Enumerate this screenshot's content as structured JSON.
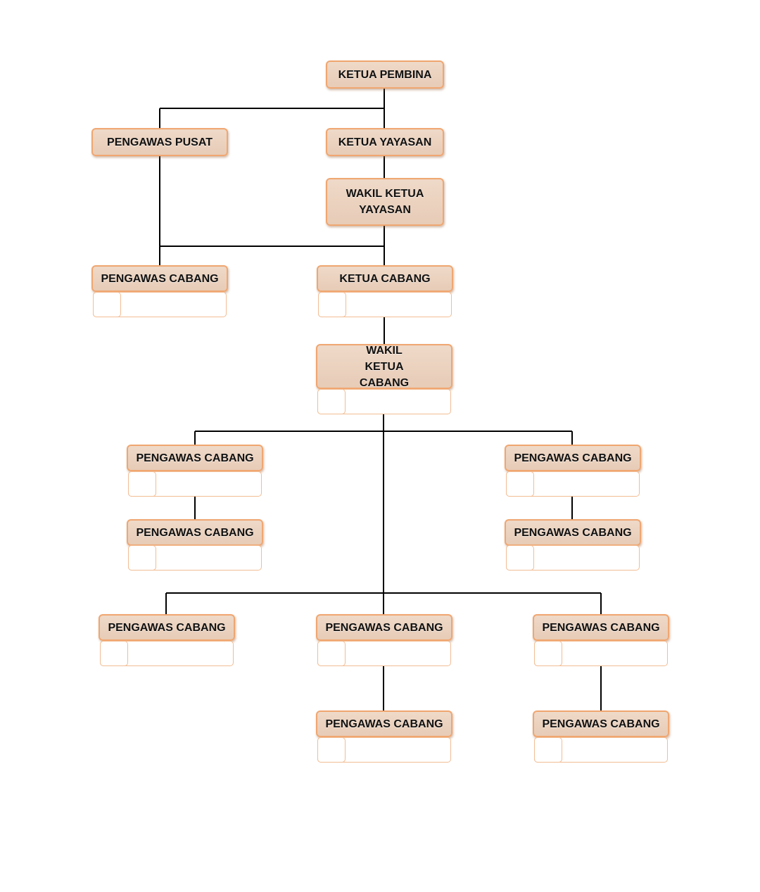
{
  "diagram": {
    "nodes": {
      "ketua_pembina": "KETUA PEMBINA",
      "pengawas_pusat": "PENGAWAS PUSAT",
      "ketua_yayasan": "KETUA YAYASAN",
      "wakil_ketua_yayasan": "WAKIL KETUA YAYASAN",
      "pengawas_cabang_top": "PENGAWAS CABANG",
      "ketua_cabang": "KETUA CABANG",
      "wakil_ketua_cabang": "WAKIL KETUA CABANG",
      "pc_left_1": "PENGAWAS CABANG",
      "pc_left_2": "PENGAWAS CABANG",
      "pc_right_1": "PENGAWAS CABANG",
      "pc_right_2": "PENGAWAS CABANG",
      "pc_bottom_left": "PENGAWAS CABANG",
      "pc_bottom_mid_1": "PENGAWAS CABANG",
      "pc_bottom_mid_2": "PENGAWAS CABANG",
      "pc_bottom_right_1": "PENGAWAS CABANG",
      "pc_bottom_right_2": "PENGAWAS CABANG"
    },
    "colors": {
      "node_fill": "#e9d1bf",
      "node_border": "#f0a670",
      "sub_border": "#f2bd94",
      "connector": "#000000"
    }
  }
}
